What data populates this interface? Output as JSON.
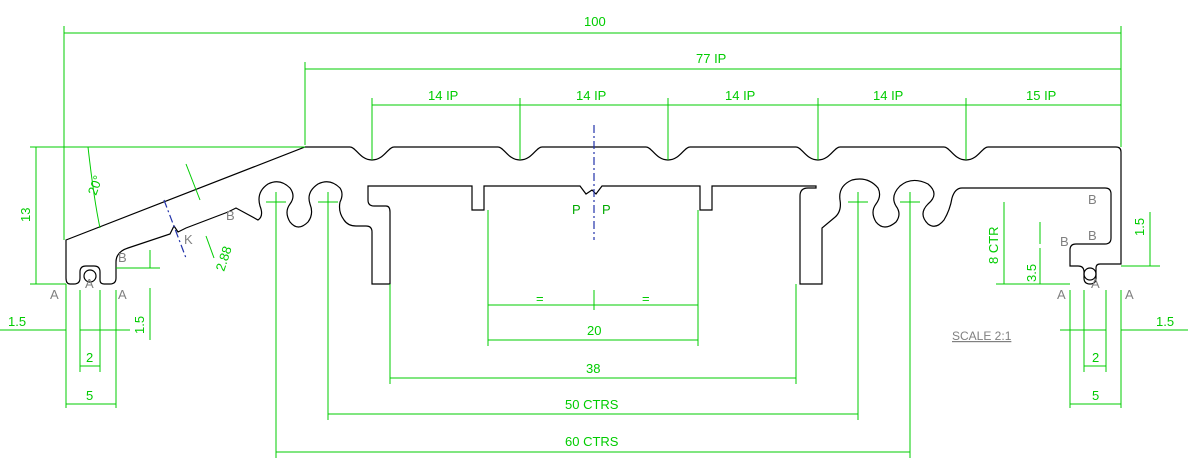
{
  "dimensions": {
    "overall_width": "100",
    "ip_width": "77 IP",
    "groove_pitch_1": "14 IP",
    "groove_pitch_2": "14 IP",
    "groove_pitch_3": "14 IP",
    "groove_pitch_4": "14 IP",
    "groove_pitch_5": "15 IP",
    "height": "13",
    "angle": "20°",
    "chamfer": "2.88",
    "slot_spacing": "20",
    "equal_left": "=",
    "equal_right": "=",
    "inner_width": "38",
    "centers_50": "50 CTRS",
    "centers_60": "60 CTRS",
    "right_height": "8 CTR",
    "right_small": "3.5",
    "right_side": "1.5",
    "left_margin": "1.5",
    "left_foot_height": "1.5",
    "left_gap": "2",
    "left_width": "5",
    "right_margin": "1.5",
    "right_gap": "2",
    "right_width": "5"
  },
  "labels": {
    "a1": "A",
    "a2": "A",
    "a3": "A",
    "a4": "A",
    "a5": "A",
    "a6": "A",
    "b1": "B",
    "b2": "B",
    "b3": "B",
    "b4": "B",
    "b5": "B",
    "k": "K",
    "p1": "P",
    "p2": "P"
  },
  "scale_note": "SCALE 2:1",
  "colors": {
    "dimension": "#00cc00",
    "outline": "#000000",
    "section_line": "#2233aa",
    "reference_labels": "#808080"
  }
}
